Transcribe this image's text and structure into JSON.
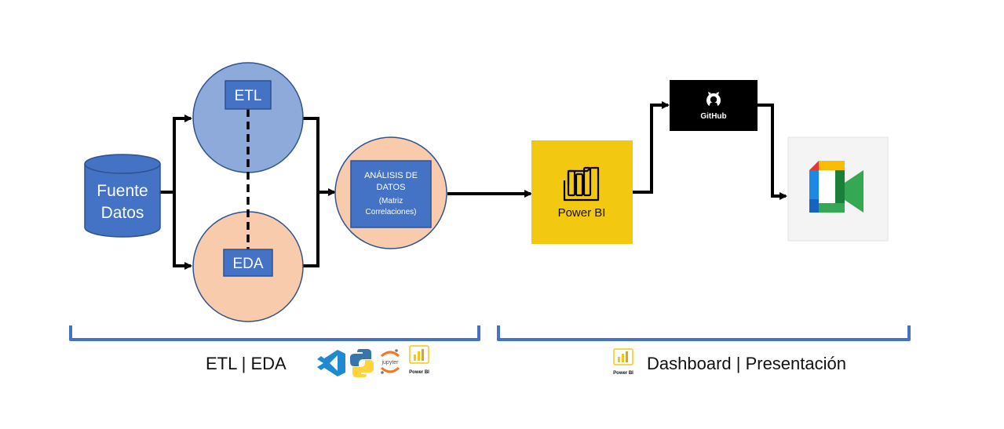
{
  "nodes": {
    "source": {
      "line1": "Fuente",
      "line2": "Datos"
    },
    "etl": {
      "label": "ETL"
    },
    "eda": {
      "label": "EDA"
    },
    "analysis": {
      "line1": "ANÁLISIS DE",
      "line2": "DATOS",
      "line3": "(Matriz",
      "line4": "Correlaciones)"
    },
    "powerbi": {
      "label": "Power BI"
    },
    "github": {
      "label": "GitHub"
    },
    "meet": {
      "icon": "google-meet-logo"
    }
  },
  "footer": {
    "left_label": "ETL | EDA",
    "right_label": "Dashboard | Presentación",
    "powerbi_small_label": "Power BI",
    "jupyter_label": "jupyter",
    "left_icons": [
      "vscode-icon",
      "python-icon",
      "jupyter-icon",
      "powerbi-icon"
    ],
    "right_icons": [
      "powerbi-icon"
    ]
  },
  "colors": {
    "etl_circle": "#8eaadb",
    "eda_circle": "#f8cbad",
    "analysis_circle": "#f8cbad",
    "box_blue": "#4472c4",
    "powerbi_tile": "#f2c811",
    "github_tile": "#000000",
    "bracket": "#4472c4"
  }
}
